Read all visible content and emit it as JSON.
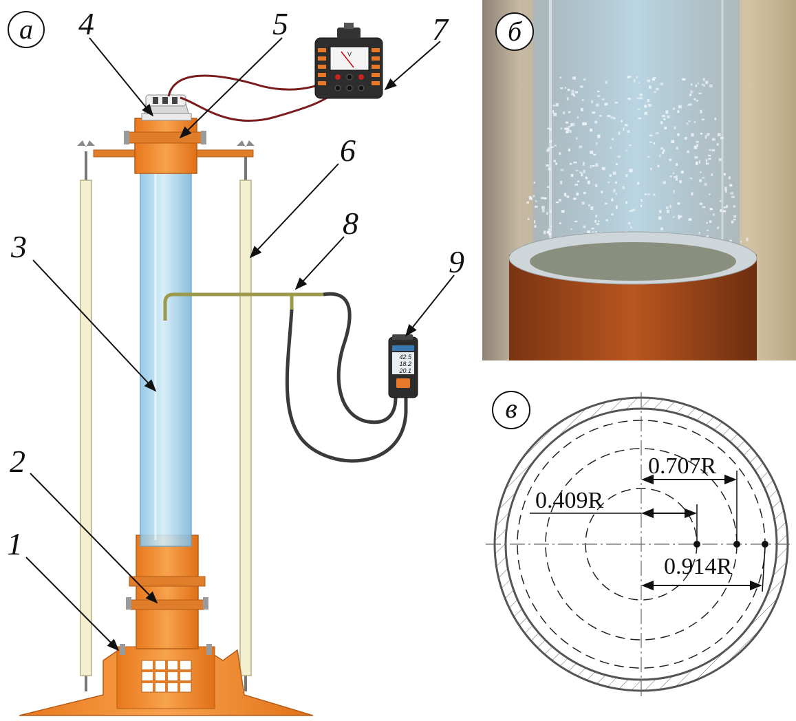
{
  "panels": {
    "a": "а",
    "b": "б",
    "v": "в"
  },
  "labels": {
    "n1": "1",
    "n2": "2",
    "n3": "3",
    "n4": "4",
    "n5": "5",
    "n6": "6",
    "n7": "7",
    "n8": "8",
    "n9": "9"
  },
  "voltmeter": {
    "unit": "V"
  },
  "meter": {
    "line1": "42.5",
    "line2": "18.2",
    "line3": "20.1"
  },
  "section": {
    "d1": "0.409R",
    "d2": "0.707R",
    "d3": "0.914R"
  },
  "colors": {
    "orange": "#f28a2e",
    "orange_dark": "#c9641a",
    "tube": "#a9d3ec",
    "rod": "#f3efd0",
    "wire": "#7a1c1c",
    "probe": "#9c9a4a",
    "cable": "#3a3a3a"
  }
}
